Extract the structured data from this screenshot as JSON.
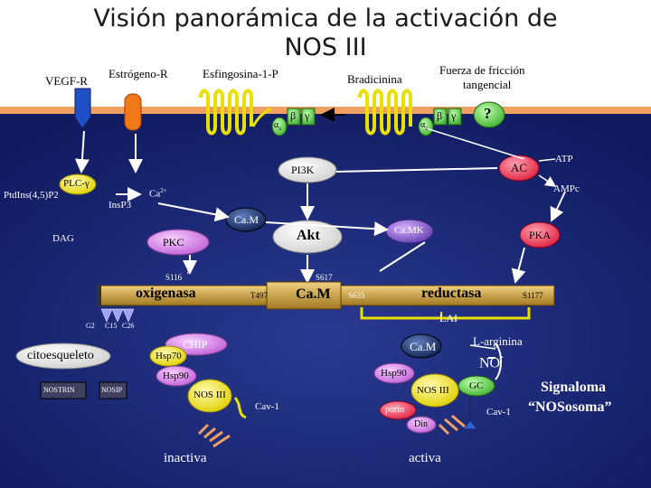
{
  "title_line1": "Visión panorámica de la activación de",
  "title_line2": "NOS III",
  "receptors": {
    "vegfr": "VEGF-R",
    "estrogen": "Estrógeno-R",
    "s1p": "Esfingosina-1-P",
    "bradykinin": "Bradicinina",
    "shear_line1": "Fuerza de fricción",
    "shear_line2": "tangencial",
    "unknown": "?"
  },
  "gproteins": {
    "alpha": "α",
    "alpha_sub": "s",
    "beta": "β",
    "gamma": "γ"
  },
  "signaling": {
    "pi3k": "PI3K",
    "ac": "AC",
    "atp": "ATP",
    "amp": "AMPc",
    "plc": "PLC-γ",
    "ptdins": "PtdIns(4,5)P2",
    "ins": "Ins",
    "p3": "P3",
    "ca": "Ca",
    "ca_sup": "2+",
    "cam": "Ca.M",
    "dag": "DAG",
    "pkc": "PKC",
    "akt": "Akt",
    "camk": "Ca.MK",
    "pka": "PKA",
    "q": "?"
  },
  "enos": {
    "s116": "S116",
    "s617": "S617",
    "t497": "T497",
    "s635": "S635",
    "s1177": "S1177",
    "oxygenase": "oxigenasa",
    "cam_domain": "Ca.M",
    "reductase": "reductasa",
    "lai": "LAI",
    "g2": "G2",
    "c15": "C15",
    "c26": "C26"
  },
  "complexes": {
    "cytoskeleton": "citoesqueleto",
    "chip": "CHIP",
    "hsp70": "Hsp70",
    "hsp90_left": "Hsp90",
    "nostrin": "NOSTRIN",
    "nosip": "NOSIP",
    "nos_left": "NOS III",
    "cav_left": "Cav-1",
    "inactive": "inactiva",
    "cam_right": "Ca.M",
    "larginine": "L-arginina",
    "no": "NO",
    "no_dot": "·",
    "hsp90_right": "Hsp90",
    "nos_right": "NOS III",
    "gc": "GC",
    "cav_right": "Cav-1",
    "porin": "porin",
    "dyn": "Din",
    "active": "activa",
    "signaloma1": "Signaloma",
    "signaloma2": "“NOSosoma”"
  },
  "colors": {
    "membrane": "#f0a060",
    "receptor_blue": "#2050c8",
    "estrogen_orange": "#f07818",
    "serpentine": "#e8e000",
    "gprotein_green": "#60c840",
    "pi3k_fill": "#f8f8f8",
    "ac_fill": "#ff4060",
    "cam_fill": "#204080",
    "akt_fill": "#ffffff",
    "camk_fill": "#8060c8",
    "pka_fill": "#ff4060",
    "pkc_fill": "#d080e0",
    "enos_bar": "#c8a040",
    "chip_fill": "#8020a0",
    "hsp_fill": "#d070e0",
    "nostrin_fill": "#404060",
    "nos_fill": "#e8e000",
    "gc_fill": "#60c840"
  }
}
